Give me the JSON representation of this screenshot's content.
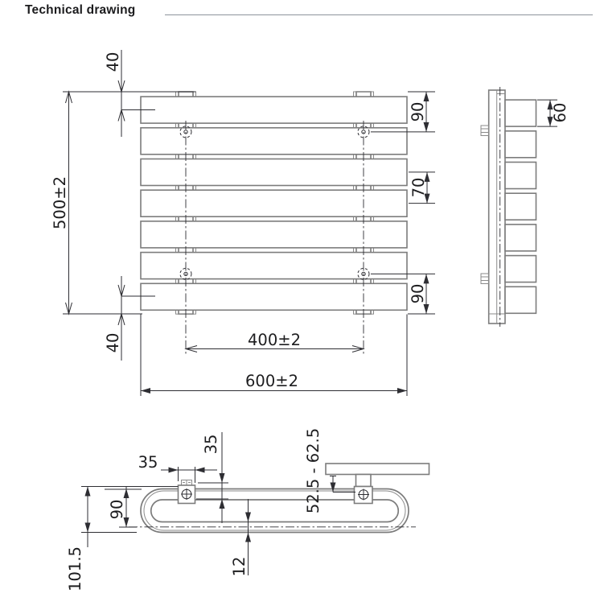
{
  "header": {
    "title": "Technical drawing"
  },
  "front_view": {
    "overall_height": "500±2",
    "top_bar_offset": "40",
    "bottom_bar_offset": "40",
    "top_bracket_offset": "90",
    "bar_pitch": "70",
    "bottom_bracket_offset": "90",
    "bracket_spacing": "400±2",
    "overall_width": "600±2"
  },
  "side_view": {
    "bar_height": "60"
  },
  "profile_view": {
    "bracket_width": "35",
    "bracket_depth": "35",
    "bar_depth": "90",
    "overall_depth": "101.5",
    "bar_thickness": "12",
    "wall_clearance_range": "52.5 - 62.5"
  }
}
